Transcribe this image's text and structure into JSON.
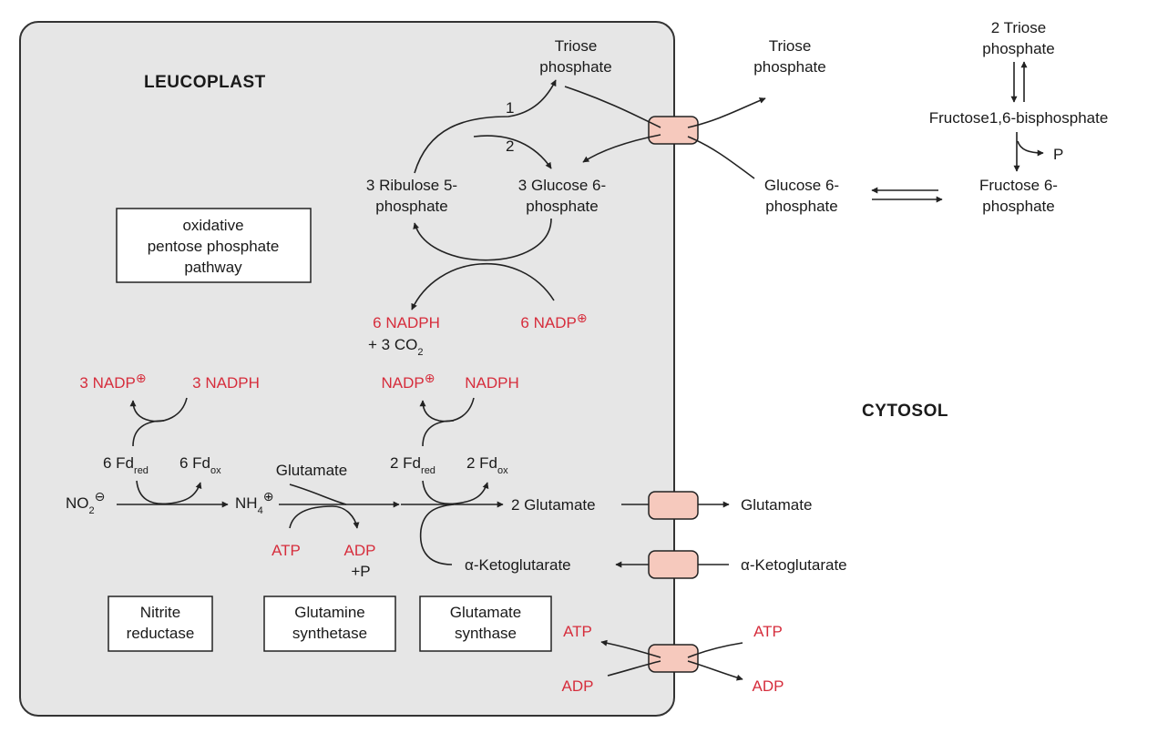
{
  "compartments": {
    "leucoplast": "LEUCOPLAST",
    "cytosol": "CYTOSOL"
  },
  "colors": {
    "cofactor": "#d62d3c",
    "plastid_fill": "#e6e6e6",
    "transporter": "#f6c9bd"
  },
  "enzymes": {
    "oppp": [
      "oxidative",
      "pentose phosphate",
      "pathway"
    ],
    "nitrite_reductase": [
      "Nitrite",
      "reductase"
    ],
    "glutamine_synthetase": [
      "Glutamine",
      "synthetase"
    ],
    "glutamate_synthase": [
      "Glutamate",
      "synthase"
    ]
  },
  "plastid": {
    "triose_phosphate": [
      "Triose",
      "phosphate"
    ],
    "ribulose": [
      "3 Ribulose 5-",
      "phosphate"
    ],
    "glucose6p": [
      "3 Glucose 6-",
      "phosphate"
    ],
    "step1": "1",
    "step2": "2",
    "nadph6": "6 NADPH",
    "co2_prefix": "+ 3 CO",
    "co2_sub": "2",
    "nadp6": "6 NADP",
    "nadp3": "3 NADP",
    "nadph3": "3 NADPH",
    "nadp": "NADP",
    "nadph": "NADPH",
    "fd6_red": "6 Fd",
    "fd6_ox": "6 Fd",
    "fd2_red": "2 Fd",
    "fd2_ox": "2 Fd",
    "sub_red": "red",
    "sub_ox": "ox",
    "no2": "NO",
    "no2_sub": "2",
    "nh4": "NH",
    "nh4_sub": "4",
    "glutamate": "Glutamate",
    "atp": "ATP",
    "adp": "ADP",
    "plus_p": "+P",
    "glutamate2": "2 Glutamate",
    "aketo": "α-Ketoglutarate",
    "atp_in": "ATP",
    "adp_in": "ADP"
  },
  "cytosol_side": {
    "triose_phosphate": [
      "Triose",
      "phosphate"
    ],
    "two_triose": [
      "2 Triose",
      "phosphate"
    ],
    "fbp": "Fructose1,6-bisphosphate",
    "p": "P",
    "g6p": [
      "Glucose 6-",
      "phosphate"
    ],
    "f6p": [
      "Fructose 6-",
      "phosphate"
    ],
    "glutamate": "Glutamate",
    "aketo": "α-Ketoglutarate",
    "atp": "ATP",
    "adp": "ADP"
  }
}
